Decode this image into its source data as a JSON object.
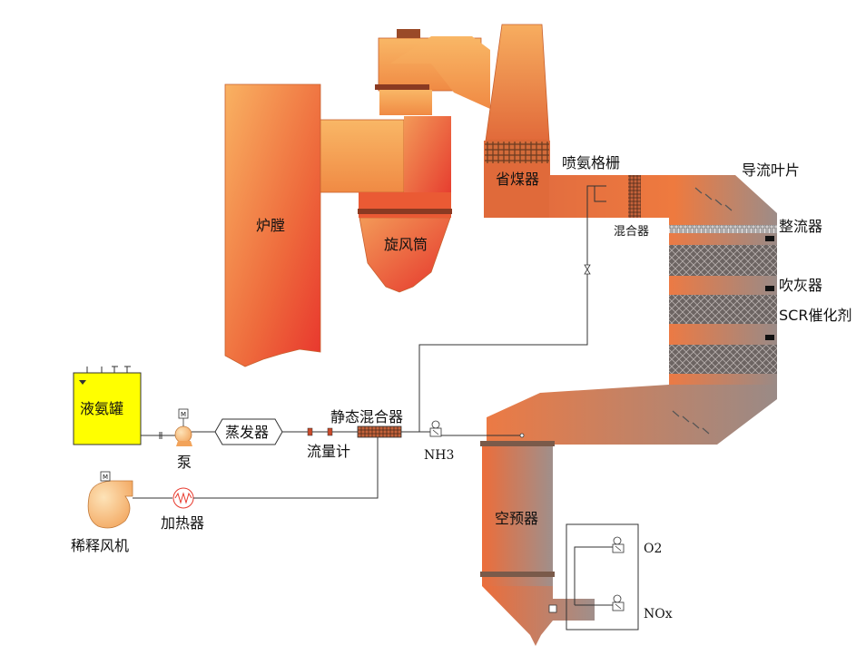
{
  "labels": {
    "furnace": "炉膛",
    "cyclone": "旋风筒",
    "economizer": "省煤器",
    "ammonia_grid": "喷氨格栅",
    "mixer": "混合器",
    "guide_vanes": "导流叶片",
    "straightener": "整流器",
    "soot_blower": "吹灰器",
    "scr_catalyst": "SCR催化剂",
    "ammonia_tank": "液氨罐",
    "pump": "泵",
    "evaporator": "蒸发器",
    "flowmeter": "流量计",
    "static_mixer": "静态混合器",
    "nh3": "NH3",
    "air_preheater": "空预器",
    "heater": "加热器",
    "dilution_fan": "稀释风机",
    "o2": "O2",
    "nox": "NOx",
    "motor_symbol": "M"
  },
  "colors": {
    "orange_light": "#f9b262",
    "orange_mid": "#ee8a45",
    "red_hot": "#e83a2e",
    "grey_duct": "#9c8a86",
    "tank_yellow": "#ffff00",
    "catalyst_grey": "#7a7070"
  }
}
